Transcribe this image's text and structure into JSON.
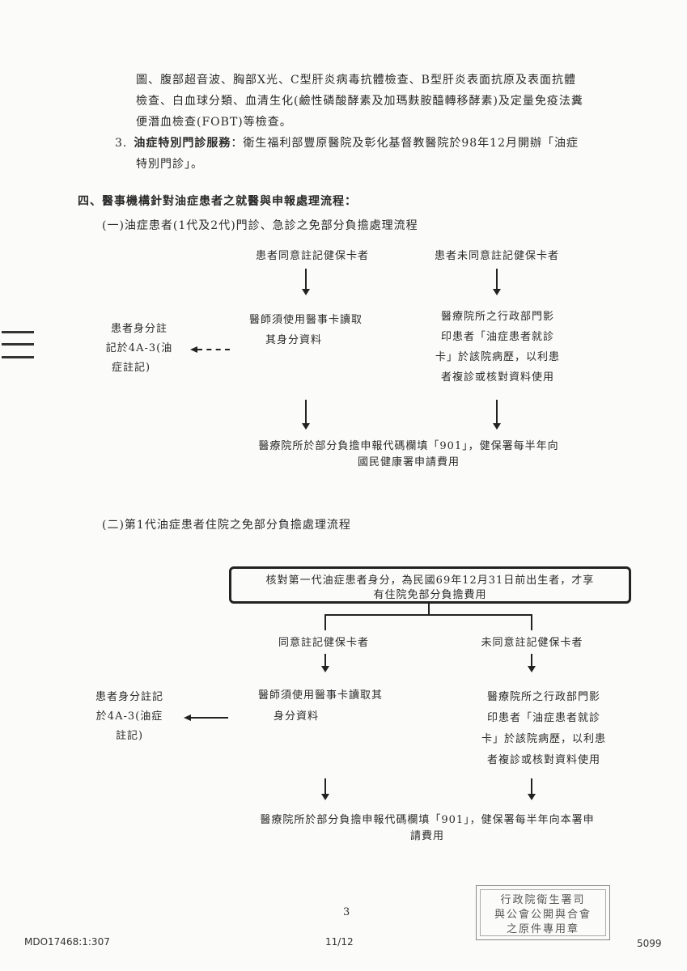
{
  "intro": {
    "line1": "圖、腹部超音波、胸部X光、C型肝炎病毒抗體檢查、B型肝炎表面抗原及表面抗體",
    "line2": "檢查、白血球分類、血清生化(鹼性磷酸酵素及加瑪麩胺醯轉移酵素)及定量免疫法糞",
    "line3": "便潛血檢查(FOBT)等檢查。"
  },
  "item3": {
    "number": "3.",
    "term": "油症特別門診服務",
    "colon": "：",
    "text1": "衛生福利部豐原醫院及彰化基督教醫院於98年12月開辦「油症",
    "text2": "特別門診」。"
  },
  "section4": {
    "heading": "四、醫事機構針對油症患者之就醫與申報處理流程："
  },
  "flow1": {
    "title": "(一)油症患者(1代及2代)門診、急診之免部分負擔處理流程",
    "consent": "患者同意註記健保卡者",
    "no_consent": "患者未同意註記健保卡者",
    "doctor_line1": "醫師須使用醫事卡讀取",
    "doctor_line2": "其身分資料",
    "hospital_line1": "醫療院所之行政部門影",
    "hospital_line2": "印患者「油症患者就診",
    "hospital_line3": "卡」於該院病歷，以利患",
    "hospital_line4": "者複診或核對資料使用",
    "note_line1": "患者身分註",
    "note_line2": "記於4A-3(油",
    "note_line3": "症註記)",
    "bottom_line1": "醫療院所於部分負擔申報代碼欄填「901」，健保署每半年向",
    "bottom_line2": "國民健康署申請費用"
  },
  "flow2": {
    "title": "(二)第1代油症患者住院之免部分負擔處理流程",
    "top_line1": "核對第一代油症患者身分，為民國69年12月31日前出生者，才享",
    "top_line2": "有住院免部分負擔費用",
    "consent": "同意註記健保卡者",
    "no_consent": "未同意註記健保卡者",
    "doctor_line1": "醫師須使用醫事卡讀取其",
    "doctor_line2": "身分資料",
    "hospital_line1": "醫療院所之行政部門影",
    "hospital_line2": "印患者「油症患者就診",
    "hospital_line3": "卡」於該院病歷，以利患",
    "hospital_line4": "者複診或核對資料使用",
    "note_line1": "患者身分註記",
    "note_line2": "於4A-3(油症",
    "note_line3": "註記)",
    "bottom_line1": "醫療院所於部分負擔申報代碼欄填「901」，健保署每半年向本署申",
    "bottom_line2": "請費用"
  },
  "page_number": "3",
  "stamp": {
    "line1": "行政院衛生署司",
    "line2": "與公會公開與合會",
    "line3": "之原件專用章"
  },
  "footer": {
    "left": "MDO17468:1:307",
    "center": "11/12",
    "right": "5099"
  }
}
